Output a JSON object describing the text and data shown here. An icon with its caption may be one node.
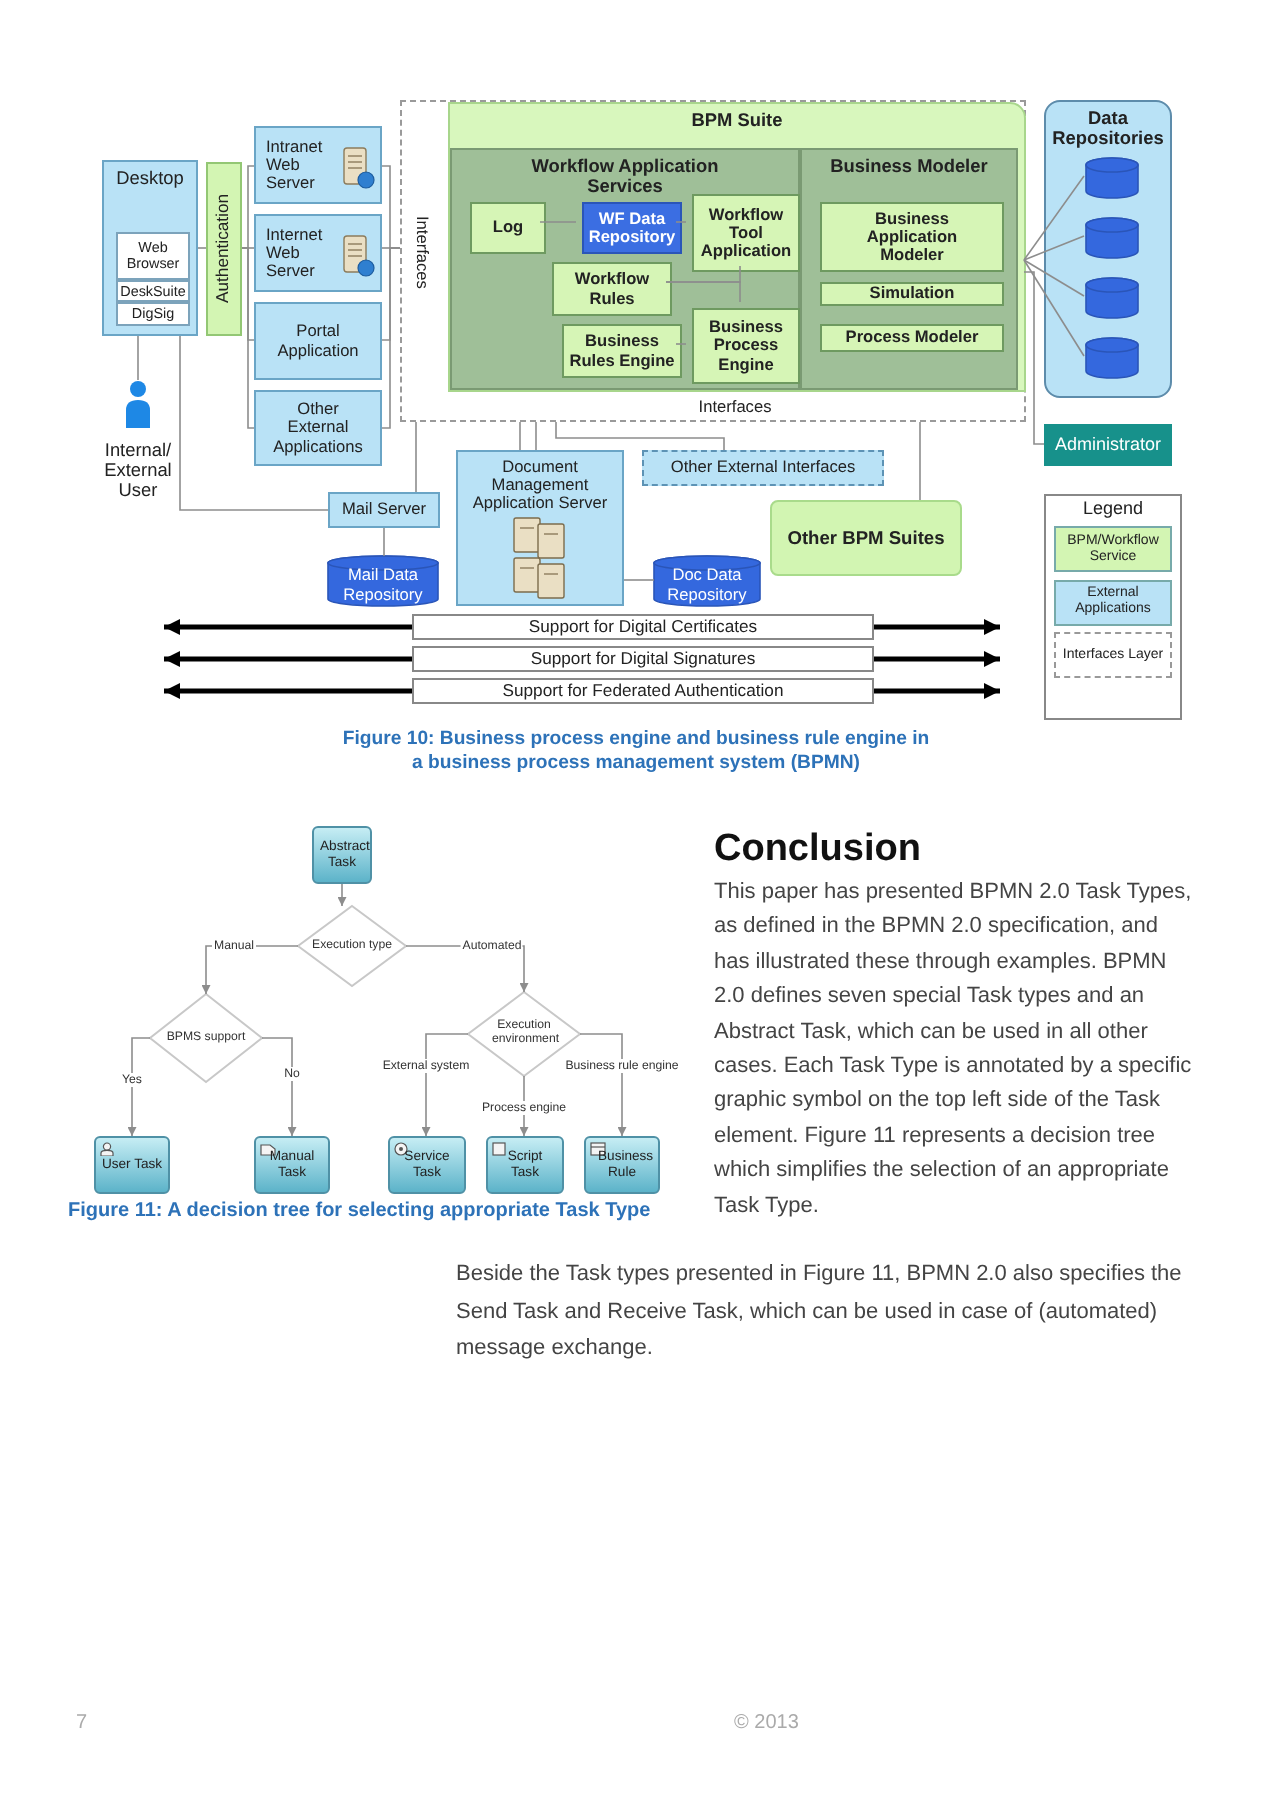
{
  "diagram": {
    "nodes": [
      {
        "text": [
          "Desktop"
        ]
      },
      {
        "text": [
          "Web Browser"
        ],
        "in": 0
      },
      {
        "text": [
          "DeskSuite"
        ],
        "in": 0
      },
      {
        "text": [
          "DigSig"
        ],
        "in": 0
      },
      {
        "text": [
          "Authentication"
        ]
      },
      {
        "text": [
          "Intranet Web Server"
        ]
      },
      {
        "text": [
          "Internet Web Server"
        ]
      },
      {
        "text": [
          "Portal Application"
        ]
      },
      {
        "text": [
          "Other External Applications"
        ]
      },
      {
        "text": [
          "Interfaces",
          "Interfaces"
        ]
      },
      {
        "text": [
          "BPM Suite"
        ],
        "in": 9
      },
      {
        "text": [
          "Workflow Application Services"
        ],
        "in": 10
      },
      {
        "text": [
          "Log"
        ],
        "in": 11
      },
      {
        "text": [
          "WF Data Repository"
        ],
        "in": 11
      },
      {
        "text": [
          "Workflow Tool Application"
        ],
        "in": 11
      },
      {
        "text": [
          "Workflow Rules"
        ],
        "in": 11
      },
      {
        "text": [
          "Business Rules Engine"
        ],
        "in": 11
      },
      {
        "text": [
          "Business Process Engine"
        ],
        "in": 11
      },
      {
        "text": [
          "Business Modeler"
        ],
        "in": 10
      },
      {
        "text": [
          "Business Application Modeler"
        ],
        "in": 18
      },
      {
        "text": [
          "Simulation"
        ],
        "in": 18
      },
      {
        "text": [
          "Process Modeler"
        ],
        "in": 18
      },
      {
        "text": [
          "Data Repositories"
        ]
      },
      {
        "text": [],
        "shape": "cylinder",
        "in": 22
      },
      {
        "text": [],
        "shape": "cylinder",
        "in": 22
      },
      {
        "text": [],
        "shape": "cylinder",
        "in": 22
      },
      {
        "text": [],
        "shape": "cylinder",
        "in": 22
      },
      {
        "text": [
          "Administrator"
        ]
      },
      {
        "text": [
          "Document Management Application Server"
        ]
      },
      {
        "text": [
          "Other External Interfaces"
        ]
      },
      {
        "text": [
          "Mail Server"
        ]
      },
      {
        "text": [
          "Mail Data Repository"
        ]
      },
      {
        "text": [
          "Doc Data Repository"
        ]
      },
      {
        "text": [
          "Other BPM Suites"
        ]
      },
      {
        "text": [
          "Internal/ External User"
        ]
      },
      {
        "text": [
          "Support for Digital Certificates"
        ]
      },
      {
        "text": [
          "Support for Digital Signatures"
        ]
      },
      {
        "text": [
          "Support for Federated Authentication"
        ]
      },
      {
        "text": [
          "Abstract Task"
        ]
      },
      {
        "text": [
          "Execution type"
        ]
      },
      {
        "text": [
          "BPMS support"
        ]
      },
      {
        "text": [
          "Execution environment"
        ]
      },
      {
        "text": [
          "User Task"
        ]
      },
      {
        "text": [
          "Manual Task"
        ]
      },
      {
        "text": [
          "Service Task"
        ]
      },
      {
        "text": [
          "Script Task"
        ]
      },
      {
        "text": [
          "Business Rule"
        ]
      }
    ],
    "edges": [
      {
        "from": 0,
        "to": 4,
        "arrow": "none"
      },
      {
        "from": 4,
        "to": 5,
        "arrow": "none"
      },
      {
        "from": 4,
        "to": 6,
        "arrow": "none"
      },
      {
        "from": 4,
        "to": 7,
        "arrow": "none"
      },
      {
        "from": 4,
        "to": 8,
        "arrow": "none"
      },
      {
        "from": 5,
        "to": 9,
        "arrow": "none"
      },
      {
        "from": 6,
        "to": 9,
        "arrow": "none"
      },
      {
        "from": 7,
        "to": 9,
        "arrow": "none"
      },
      {
        "from": 8,
        "to": 9,
        "arrow": "none"
      },
      {
        "from": 12,
        "to": 13,
        "arrow": "none"
      },
      {
        "from": 13,
        "to": 14,
        "arrow": "none"
      },
      {
        "from": 15,
        "to": 14,
        "arrow": "none"
      },
      {
        "from": 15,
        "to": 17,
        "arrow": "none"
      },
      {
        "from": 16,
        "to": 17,
        "arrow": "none"
      },
      {
        "from": 10,
        "to": 23,
        "arrow": "none"
      },
      {
        "from": 10,
        "to": 24,
        "arrow": "none"
      },
      {
        "from": 10,
        "to": 25,
        "arrow": "none"
      },
      {
        "from": 10,
        "to": 26,
        "arrow": "none"
      },
      {
        "from": 10,
        "to": 27,
        "arrow": "none"
      },
      {
        "from": 0,
        "to": 34,
        "arrow": "none"
      },
      {
        "from": 0,
        "to": 30,
        "arrow": "none"
      },
      {
        "from": 30,
        "to": 31,
        "arrow": "none"
      },
      {
        "from": 30,
        "to": 9,
        "arrow": "none"
      },
      {
        "from": 9,
        "to": 28,
        "arrow": "none"
      },
      {
        "from": 9,
        "to": 28,
        "arrow": "none"
      },
      {
        "from": 9,
        "to": 29,
        "arrow": "none"
      },
      {
        "from": 28,
        "to": 32,
        "arrow": "none"
      },
      {
        "from": 9,
        "to": 33,
        "arrow": "none"
      },
      {
        "from": 35,
        "to": null,
        "arrow": "to",
        "style": "thick",
        "color": "#000000"
      },
      {
        "from": 35,
        "to": null,
        "arrow": "to",
        "style": "thick",
        "color": "#000000"
      },
      {
        "from": 36,
        "to": null,
        "arrow": "to",
        "style": "thick",
        "color": "#000000"
      },
      {
        "from": 36,
        "to": null,
        "arrow": "to",
        "style": "thick",
        "color": "#000000"
      },
      {
        "from": 37,
        "to": null,
        "arrow": "to",
        "style": "thick",
        "color": "#000000"
      },
      {
        "from": 37,
        "to": null,
        "arrow": "to",
        "style": "thick",
        "color": "#000000"
      },
      {
        "from": 38,
        "to": 39,
        "arrow": "to"
      },
      {
        "from": 39,
        "to": 40,
        "arrow": "to",
        "label": "Manual"
      },
      {
        "from": 39,
        "to": 41,
        "arrow": "to",
        "label": "Automated"
      },
      {
        "from": 40,
        "to": 42,
        "arrow": "to",
        "label": "Yes"
      },
      {
        "from": 40,
        "to": 43,
        "arrow": "to",
        "label": "No"
      },
      {
        "from": 41,
        "to": 44,
        "arrow": "to",
        "label": "External system"
      },
      {
        "from": 41,
        "to": 45,
        "arrow": "to",
        "label": "Process engine"
      },
      {
        "from": 41,
        "to": 46,
        "arrow": "to",
        "label": "Business rule engine"
      }
    ],
    "labels": [
      "Legend",
      "Figure 10: Business process engine and business rule engine in a business process management system (BPMN)",
      "Conclusion",
      "This paper has presented BPMN 2.0 Task Types, as defined in the BPMN 2.0 specification, and has illustrated these through examples. BPMN 2.0 defines seven special Task types and an Abstract Task, which can be used in all other cases. Each Task Type is annotated by a specific graphic symbol on the top left side of the Task element. Figure 11 represents a decision tree which simplifies the selection of an appropriate Task Type.",
      "Figure 11: A decision tree for selecting appropriate Task Type",
      "Beside the Task types presented in Figure 11, BPMN 2.0 also specifies the Send Task and Receive Task, which can be used in case of (automated) message exchange.",
      "7",
      "© 2013"
    ],
    "legend": [
      {
        "text": "BPM/Workflow Service",
        "color": "#d3f5b3"
      },
      {
        "text": "External Applications",
        "color": "#b9e2f6"
      },
      {
        "text": "Interfaces Layer"
      }
    ]
  }
}
